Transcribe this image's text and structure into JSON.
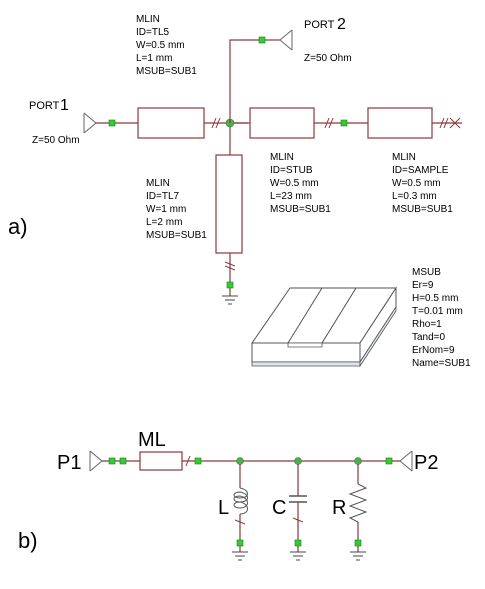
{
  "panel_a": {
    "label": "a)",
    "port1": {
      "name": "PORT",
      "number": "1",
      "impedance": "Z=50 Ohm"
    },
    "port2": {
      "name": "PORT",
      "number": "2",
      "impedance": "Z=50 Ohm"
    },
    "tl5": [
      "MLIN",
      "ID=TL5",
      "W=0.5 mm",
      "L=1 mm",
      "MSUB=SUB1"
    ],
    "tl7": [
      "MLIN",
      "ID=TL7",
      "W=1 mm",
      "L=2 mm",
      "MSUB=SUB1"
    ],
    "stub": [
      "MLIN",
      "ID=STUB",
      "W=0.5 mm",
      "L=23 mm",
      "MSUB=SUB1"
    ],
    "sample": [
      "MLIN",
      "ID=SAMPLE",
      "W=0.5 mm",
      "L=0.3 mm",
      "MSUB=SUB1"
    ],
    "msub": [
      "MSUB",
      "Er=9",
      "H=0.5 mm",
      "T=0.01 mm",
      "Rho=1",
      "Tand=0",
      "ErNom=9",
      "Name=SUB1"
    ]
  },
  "panel_b": {
    "label": "b)",
    "p1": "P1",
    "p2": "P2",
    "ml": "ML",
    "l": "L",
    "c": "C",
    "r": "R"
  },
  "colors": {
    "wire": "#8b3a3a",
    "node": "#4caf50"
  }
}
